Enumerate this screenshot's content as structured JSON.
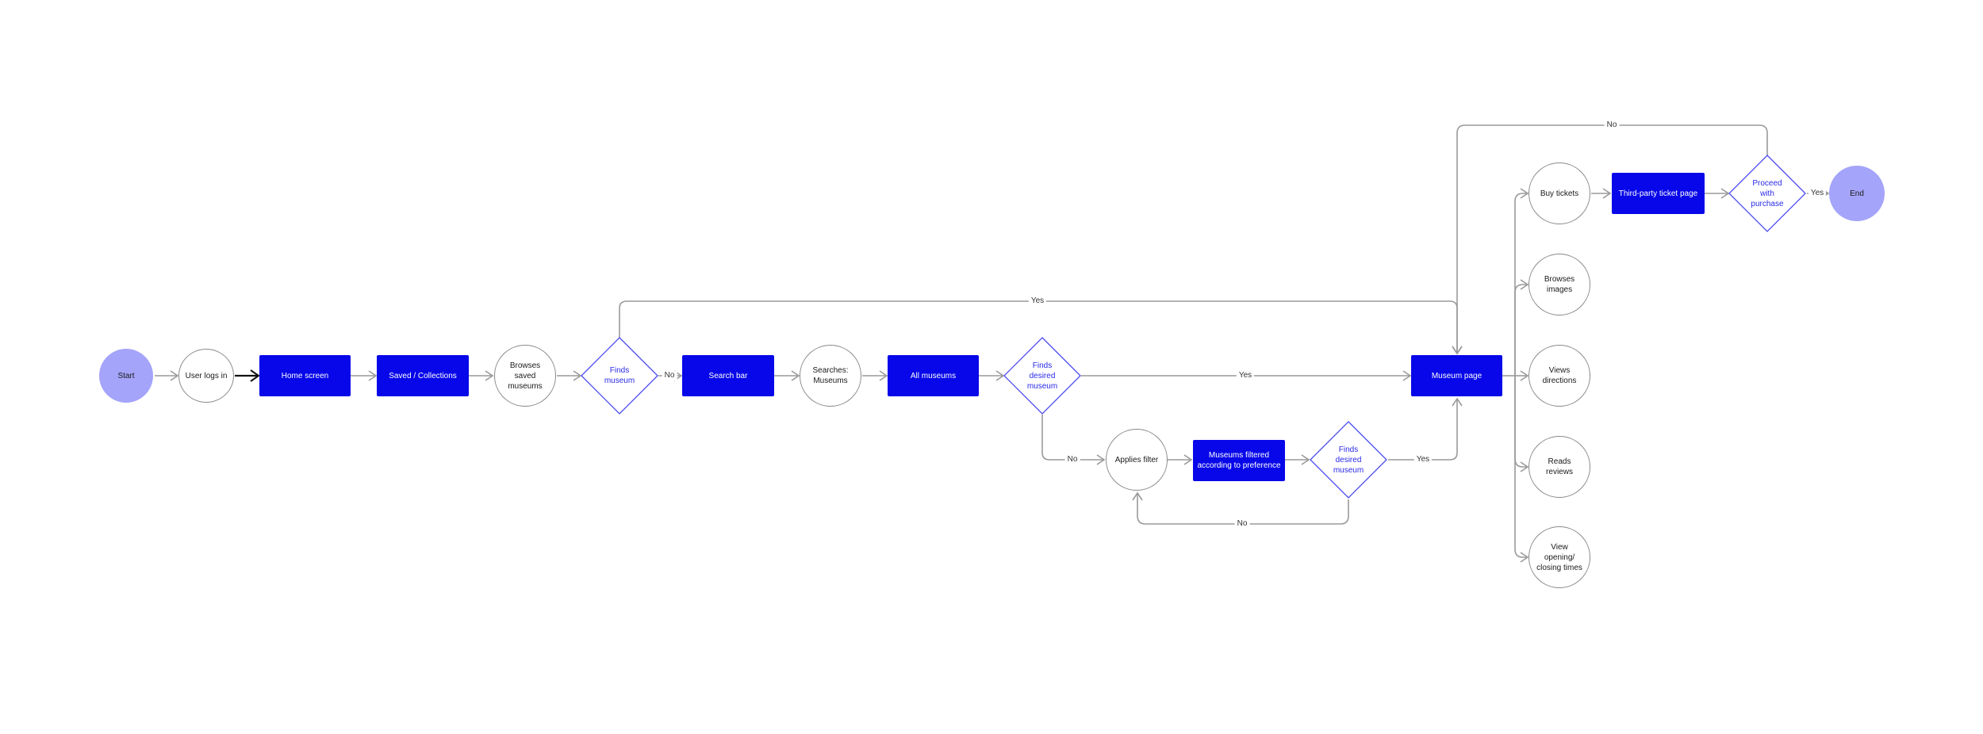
{
  "nodes": {
    "start": "Start",
    "user_logs_in": "User logs in",
    "home_screen": "Home screen",
    "saved_collections": "Saved / Collections",
    "browses_saved": "Browses\nsaved\nmuseums",
    "finds_museum": "Finds\nmuseum",
    "search_bar": "Search bar",
    "searches_museums": "Searches:\nMuseums",
    "all_museums": "All museums",
    "finds_desired_1": "Finds\ndesired\nmuseum",
    "applies_filter": "Applies filter",
    "museums_filtered": "Museums filtered\naccording to preference",
    "finds_desired_2": "Finds\ndesired\nmuseum",
    "museum_page": "Museum page",
    "buy_tickets": "Buy tickets",
    "browses_images": "Browses\nimages",
    "views_directions": "Views\ndirections",
    "reads_reviews": "Reads\nreviews",
    "view_times": "View\nopening/\nclosing times",
    "third_party": "Third-party ticket page",
    "proceed": "Proceed\nwith\npurchase",
    "end": "End"
  },
  "edge_labels": {
    "no_finds_museum": "No",
    "yes_finds_museum": "Yes",
    "yes_finds_desired_1": "Yes",
    "no_finds_desired_1": "No",
    "yes_finds_desired_2": "Yes",
    "no_finds_desired_2": "No",
    "yes_proceed": "Yes",
    "no_proceed": "No"
  },
  "colors": {
    "process_fill": "#0707e9",
    "terminal_fill": "#a4a4fb",
    "decision_stroke": "#4b4bef",
    "connector": "#9a9a9a"
  }
}
